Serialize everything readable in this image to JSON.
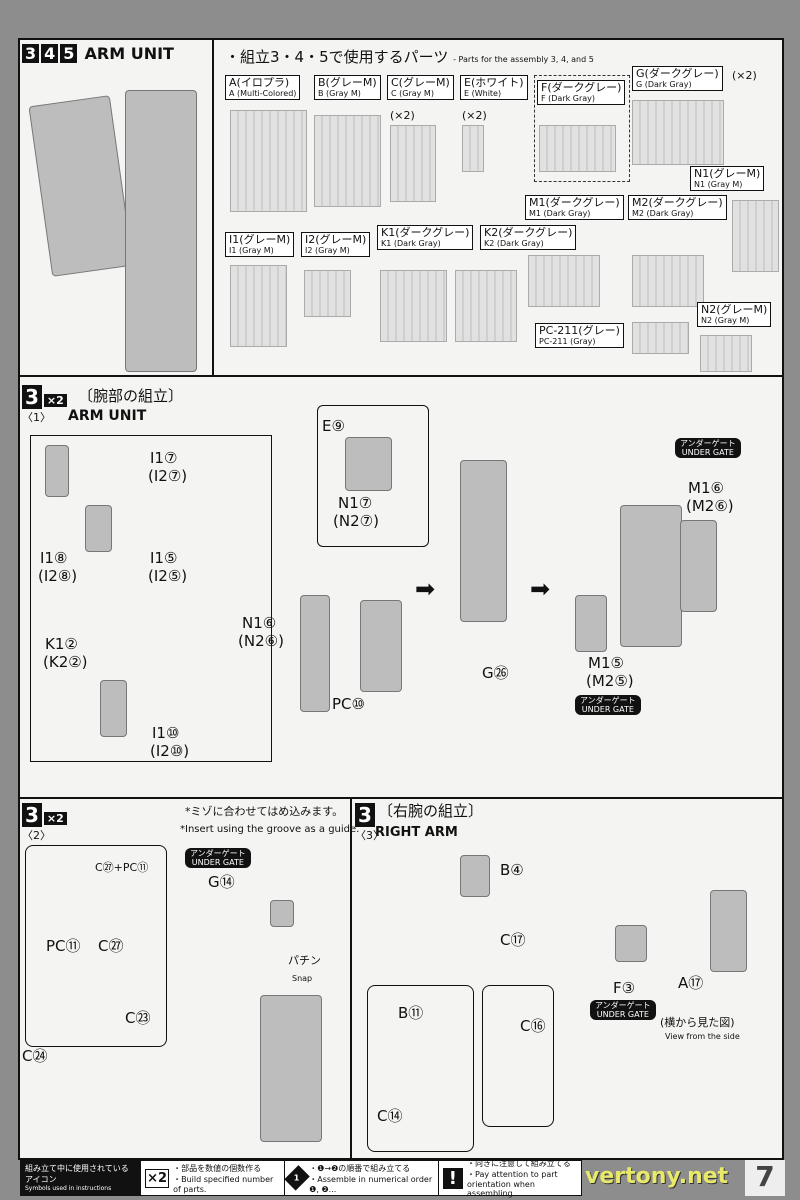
{
  "header": {
    "steps": [
      "3",
      "4",
      "5"
    ],
    "title": "ARM UNIT"
  },
  "parts": {
    "heading_jp": "・組立3・4・5で使用するパーツ",
    "heading_en": "- Parts for the assembly 3, 4, and 5",
    "items": [
      {
        "jp": "A(イロプラ)",
        "en": "A (Multi-Colored)",
        "count": ""
      },
      {
        "jp": "B(グレーM)",
        "en": "B (Gray M)",
        "count": ""
      },
      {
        "jp": "C(グレーM)",
        "en": "C (Gray M)",
        "count": "(×2)"
      },
      {
        "jp": "E(ホワイト)",
        "en": "E (White)",
        "count": "(×2)"
      },
      {
        "jp": "F(ダークグレー)",
        "en": "F (Dark Gray)",
        "count": ""
      },
      {
        "jp": "G(ダークグレー)",
        "en": "G (Dark Gray)",
        "count": "(×2)"
      },
      {
        "jp": "N1(グレーM)",
        "en": "N1 (Gray M)",
        "count": ""
      },
      {
        "jp": "M1(ダークグレー)",
        "en": "M1 (Dark Gray)",
        "count": ""
      },
      {
        "jp": "M2(ダークグレー)",
        "en": "M2 (Dark Gray)",
        "count": ""
      },
      {
        "jp": "I1(グレーM)",
        "en": "I1 (Gray M)",
        "count": ""
      },
      {
        "jp": "I2(グレーM)",
        "en": "I2 (Gray M)",
        "count": ""
      },
      {
        "jp": "K1(ダークグレー)",
        "en": "K1 (Dark Gray)",
        "count": ""
      },
      {
        "jp": "K2(ダークグレー)",
        "en": "K2 (Dark Gray)",
        "count": ""
      },
      {
        "jp": "N2(グレーM)",
        "en": "N2 (Gray M)",
        "count": ""
      },
      {
        "jp": "PC-211(グレー)",
        "en": "PC-211 (Gray)",
        "count": ""
      }
    ]
  },
  "step1": {
    "num": "3",
    "sub": "〈1〉",
    "mult": "×2",
    "title_jp": "〔腕部の組立〕",
    "title_en": "ARM UNIT",
    "labels": [
      "I1⑦",
      "(I2⑦)",
      "I1⑧",
      "(I2⑧)",
      "I1⑤",
      "(I2⑤)",
      "K1②",
      "(K2②)",
      "I1⑩",
      "(I2⑩)",
      "E⑨",
      "N1⑦",
      "(N2⑦)",
      "N1⑥",
      "(N2⑥)",
      "PC⑩",
      "G㉖",
      "M1⑥",
      "(M2⑥)",
      "M1⑤",
      "(M2⑤)"
    ],
    "under_gate_jp": "アンダーゲート",
    "under_gate_en": "UNDER GATE"
  },
  "step2": {
    "num": "3",
    "sub": "〈2〉",
    "mult": "×2",
    "note_jp": "*ミゾに合わせてはめ込みます。",
    "note_en": "*Insert using the groove as a guide.",
    "labels": [
      "C㉗+PC⑪",
      "PC⑪",
      "C㉗",
      "C㉓",
      "C㉔",
      "G⑭"
    ],
    "snap_jp": "パチン",
    "snap_en": "Snap"
  },
  "step3": {
    "num": "3",
    "sub": "〈3〉",
    "title_jp": "〔右腕の組立〕",
    "title_en": "RIGHT ARM",
    "labels": [
      "B④",
      "C⑰",
      "B⑪",
      "C⑯",
      "C⑭",
      "A⑰",
      "F③"
    ],
    "side_jp": "(横から見た図)",
    "side_en": "View from the side"
  },
  "legend": {
    "label_jp": "組み立て中に使用されているアイコン",
    "label_en": "Symbols used in instructions",
    "mult_icon": "×2",
    "mult_jp": "・部品を数値の個数作る",
    "mult_en": "・Build specified number of parts.",
    "order_icon": "1",
    "order_jp": "・❶→❷の順番で組み立てる",
    "order_en": "・Assemble in numerical order ❶, ❷...",
    "attn_icon": "!",
    "attn_jp": "・向きに注意して組み立てる",
    "attn_en": "・Pay attention to part orientation when assembling."
  },
  "page_number": "7",
  "watermark": "vertony.net"
}
